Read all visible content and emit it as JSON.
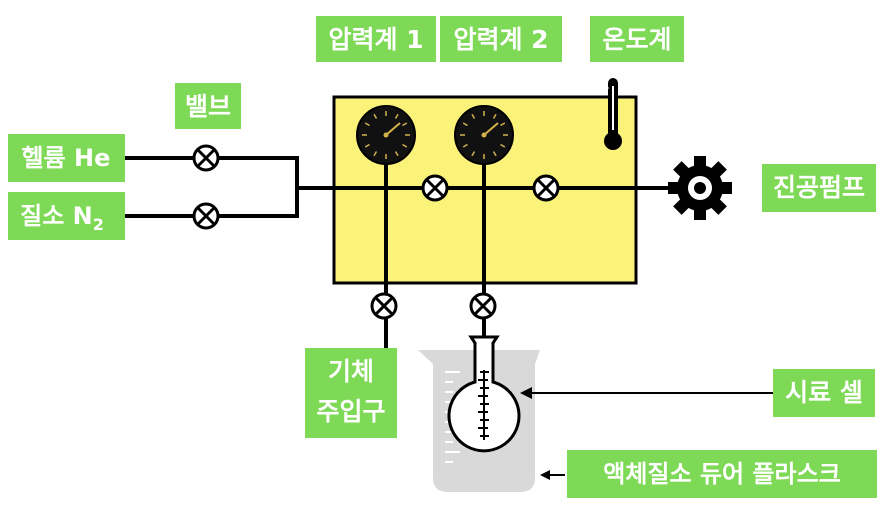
{
  "labels": {
    "gauge1": "압력계 1",
    "gauge2": "압력계 2",
    "thermometer": "온도계",
    "valve": "밸브",
    "helium": "헬륨 He",
    "nitrogen_prefix": "질소 N",
    "nitrogen_sub": "2",
    "vacuum_pump": "진공펌프",
    "gas_inlet_line1": "기체",
    "gas_inlet_line2": "주입구",
    "sample_cell": "시료 셀",
    "ln2_flask": "액체질소 듀어 플라스크"
  },
  "colors": {
    "label_bg": "#7ed957",
    "manifold_fill": "#fbf27a",
    "line": "#000000",
    "dewar_fill": "#d9d9d9"
  },
  "icons": {
    "valve": "valve-icon",
    "gauge": "pressure-gauge-icon",
    "thermometer": "thermometer-icon",
    "pump": "vacuum-pump-gear-icon",
    "flask": "sample-flask-icon",
    "dewar": "dewar-beaker-icon"
  }
}
